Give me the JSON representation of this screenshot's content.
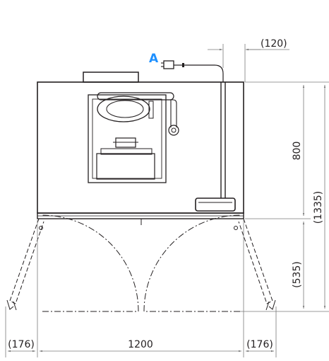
{
  "callout": {
    "label": "A"
  },
  "dimensions": {
    "top_offset": "(120)",
    "cabinet_depth": "800",
    "total_depth": "(1335)",
    "door_depth": "(535)",
    "width": "1200",
    "door_swing_left": "(176)",
    "door_swing_right": "(176)"
  },
  "colors": {
    "line": "#231f20",
    "dim_line": "#7a7a7a",
    "callout": "#1e90ff"
  }
}
